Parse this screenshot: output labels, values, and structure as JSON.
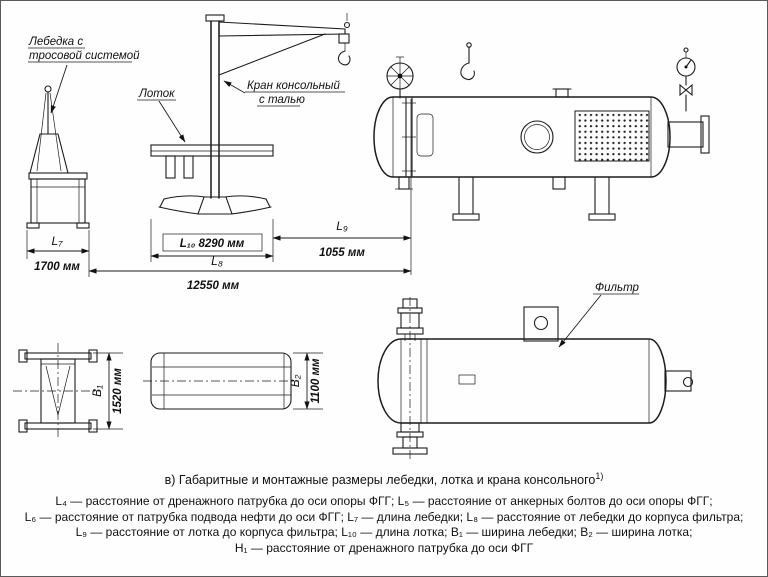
{
  "labels": {
    "winch_line1": "Лебедка с",
    "winch_line2": "тросовой системой",
    "tray": "Лоток",
    "crane_line1": "Кран консольный",
    "crane_line2": "с талью",
    "filter": "Фильтр"
  },
  "dimensions": {
    "l7_name": "L₇",
    "l7_value": "1700 мм",
    "l8_name": "L₈",
    "l8_value": "12550 мм",
    "l9_name": "L₉",
    "l9_value": "1055 мм",
    "l10_label": "L₁₀ 8290 мм",
    "b1_name": "B₁",
    "b1_value": "1520 мм",
    "b2_name": "B₂",
    "b2_value": "1100 мм"
  },
  "caption": "в) Габаритные и монтажные размеры лебедки, лотка и крана консольного",
  "caption_sup": "1)",
  "legend": {
    "line1": "L₄ — расстояние от дренажного патрубка до оси опоры ФГГ; L₅ — расстояние от анкерных болтов до оси опоры ФГГ;",
    "line2": "L₆ — расстояние от патрубка подвода нефти до оси ФГГ; L₇ — длина лебедки; L₈ — расстояние от лебедки до корпуса фильтра;",
    "line3": "L₉ — расстояние от лотка до корпуса фильтра; L₁₀ — длина лотка; B₁ — ширина лебедки; B₂ — ширина лотка;",
    "line4": "H₁ — расстояние от дренажного патрубка до оси ФГГ"
  }
}
